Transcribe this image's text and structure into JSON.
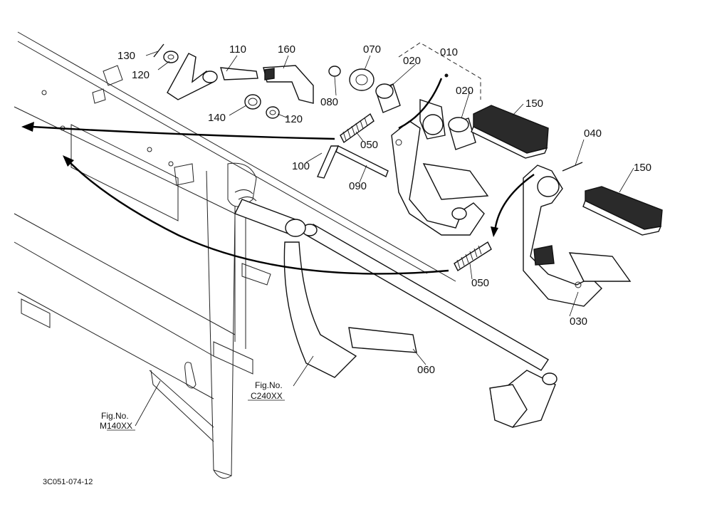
{
  "parts": [
    {
      "id": "p130",
      "label": "130"
    },
    {
      "id": "p120a",
      "label": "120"
    },
    {
      "id": "p110",
      "label": "110"
    },
    {
      "id": "p160",
      "label": "160"
    },
    {
      "id": "p140",
      "label": "140"
    },
    {
      "id": "p120b",
      "label": "120"
    },
    {
      "id": "p080",
      "label": "080"
    },
    {
      "id": "p070",
      "label": "070"
    },
    {
      "id": "p020a",
      "label": "020"
    },
    {
      "id": "p010",
      "label": "010"
    },
    {
      "id": "p020b",
      "label": "020"
    },
    {
      "id": "p150a",
      "label": "150"
    },
    {
      "id": "p050a",
      "label": "050"
    },
    {
      "id": "p100",
      "label": "100"
    },
    {
      "id": "p090",
      "label": "090"
    },
    {
      "id": "p040",
      "label": "040"
    },
    {
      "id": "p150b",
      "label": "150"
    },
    {
      "id": "p050b",
      "label": "050"
    },
    {
      "id": "p030",
      "label": "030"
    },
    {
      "id": "p060",
      "label": "060"
    }
  ],
  "figure_refs": [
    {
      "id": "c240",
      "line1": "Fig.No.",
      "line2": "C240XX"
    },
    {
      "id": "m140",
      "line1": "Fig.No.",
      "line2": "M140XX"
    }
  ],
  "drawing_code": "3C051-074-12"
}
